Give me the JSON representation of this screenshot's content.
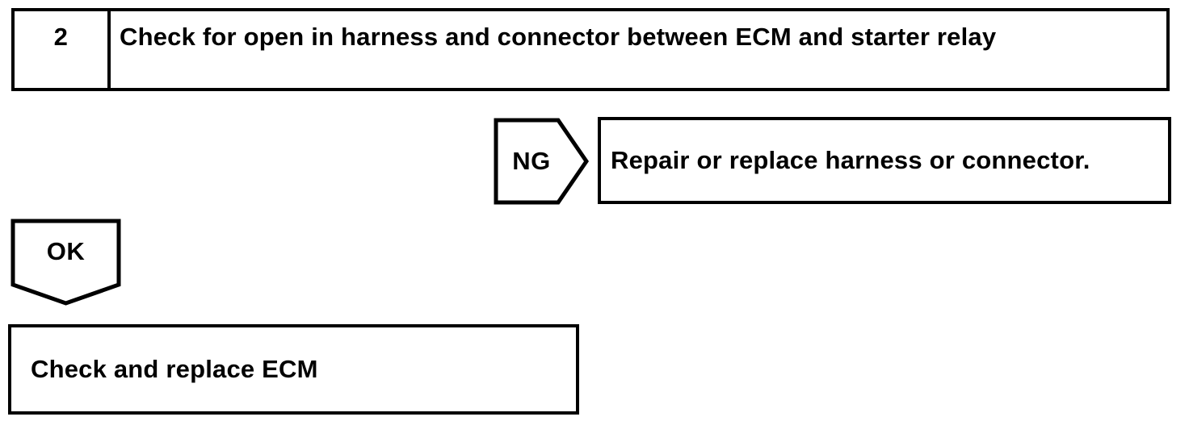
{
  "document": {
    "type": "diagnostic-flowchart",
    "step": {
      "number": "2",
      "title": "Check for open in harness and connector between ECM and starter relay"
    },
    "ng": {
      "label": "NG",
      "action": "Repair or replace harness or connector."
    },
    "ok": {
      "label": "OK",
      "action": "Check and replace ECM"
    },
    "colors": {
      "line": "#000000",
      "background": "#ffffff",
      "text": "#000000"
    }
  }
}
